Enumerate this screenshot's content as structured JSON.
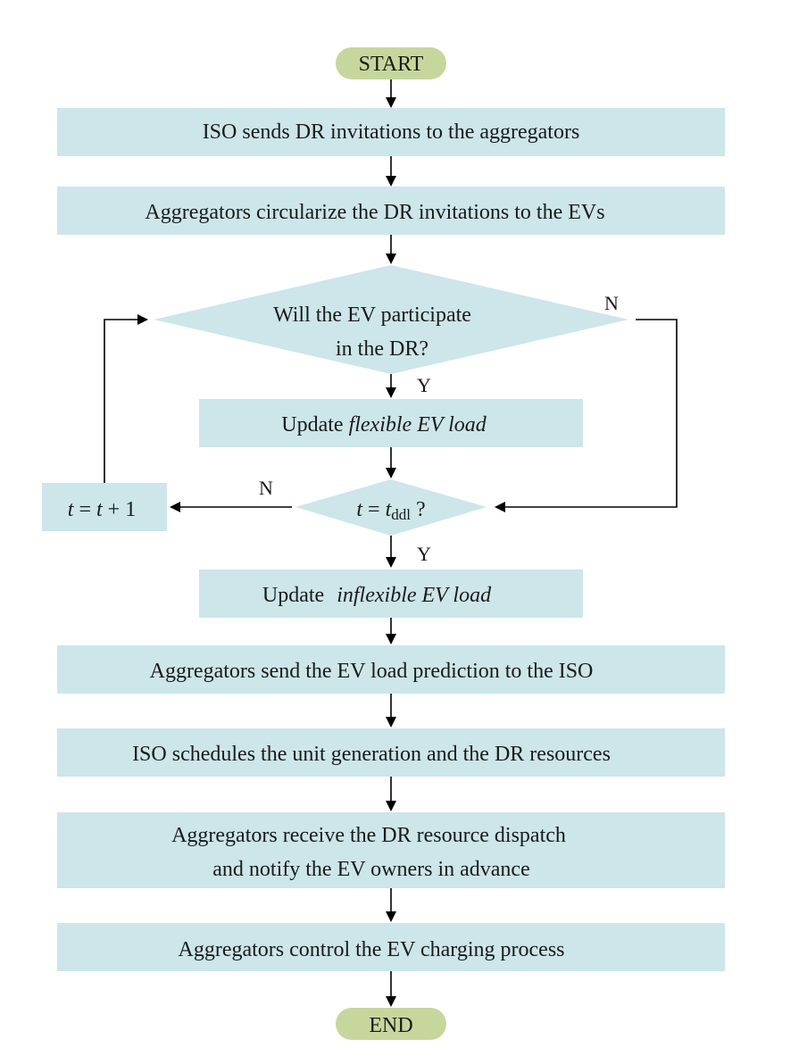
{
  "flowchart": {
    "start": "START",
    "end": "END",
    "step1": "ISO sends DR invitations to the aggregators",
    "step2": "Aggregators circularize the DR invitations to the EVs",
    "decision1": {
      "line1": "Will the EV participate",
      "line2": "in the DR?",
      "yes_label": "Y",
      "no_label": "N"
    },
    "update_flexible": {
      "prefix": "Update ",
      "emphasis": "flexible EV load"
    },
    "decision2": {
      "var": "t",
      "eq": " = ",
      "sym": "t",
      "subscript": "ddl",
      "suffix": " ?",
      "yes_label": "Y",
      "no_label": "N"
    },
    "increment": {
      "var": "t",
      "eq": " = ",
      "var2": "t",
      "rest": " + 1"
    },
    "update_inflexible": {
      "prefix": "Update ",
      "emphasis": "inflexible EV load"
    },
    "step3": "Aggregators send the EV load prediction to the ISO",
    "step4": "ISO schedules the unit generation and the DR resources",
    "step5": {
      "line1": "Aggregators receive the DR resource dispatch",
      "line2": "and notify the EV owners in advance"
    },
    "step6": "Aggregators control the EV charging process"
  }
}
